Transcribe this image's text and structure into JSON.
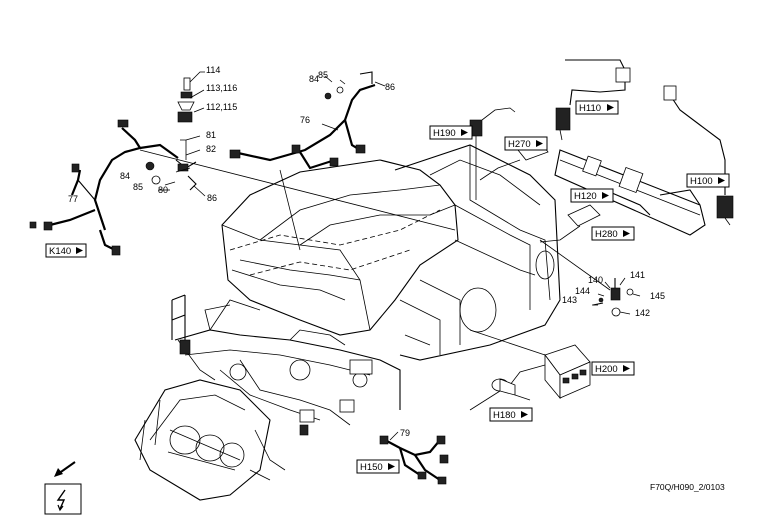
{
  "part_numbers": {
    "p114": "114",
    "p113": "113,116",
    "p112": "112,115",
    "p81": "81",
    "p82": "82",
    "p84a": "84",
    "p85a": "85",
    "p80": "80",
    "p86a": "86",
    "p77": "77",
    "p84b": "84",
    "p85b": "85",
    "p86b": "86",
    "p76": "76",
    "p140": "140",
    "p141": "141",
    "p144": "144",
    "p143": "143",
    "p145": "145",
    "p142": "142",
    "p79": "79"
  },
  "references": {
    "k140": "K140",
    "h190": "H190",
    "h270": "H270",
    "h110": "H110",
    "h100": "H100",
    "h120": "H120",
    "h280": "H280",
    "h200": "H200",
    "h180": "H180",
    "h150": "H150"
  },
  "drawing_code": "F70Q/H090_2/0103",
  "symbols": {
    "direction_arrow": "arrow-down-left-icon",
    "electrical": "lightning-bolt-icon"
  }
}
